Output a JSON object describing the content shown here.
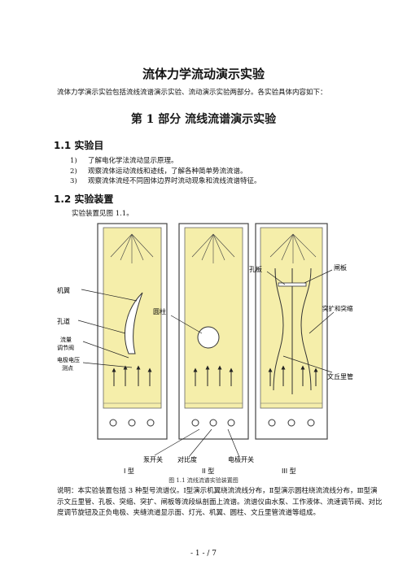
{
  "doc": {
    "title": "流体力学流动演示实验",
    "intro": "流体力学演示实验包括流线流谱演示实验、流动演示实验两部分。各实验具体内容如下：",
    "part_title": "第 1 部分  流线流谱演示实验",
    "section1": {
      "heading": "1.1  实验目",
      "items": [
        {
          "num": "1)",
          "text": "了解电化学法流动显示原理。"
        },
        {
          "num": "2)",
          "text": "观察流体运动流线和迹线，了解各种简单势流流谱。"
        },
        {
          "num": "3)",
          "text": "观察流体流经不同固体边界时流动现象和流线流谱特征。"
        }
      ]
    },
    "section2": {
      "heading": "1.2  实验装置",
      "para": "实验装置见图 1.1。"
    },
    "figure": {
      "labels": {
        "wing": "机翼",
        "hole": "孔道",
        "flow_valve_1": "流量",
        "flow_valve_2": "调节阀",
        "electrode_1": "电极电压",
        "electrode_2": "测点",
        "cylinder": "圆柱",
        "orifice": "孔板",
        "gate": "闸板",
        "contract": "突扩和突缩",
        "venturi": "文丘里管",
        "pump_switch": "泵开关",
        "contrast": "对比度",
        "electrode_switch": "电极开关",
        "type1": "I 型",
        "type2": "II 型",
        "type3": "III 型"
      },
      "caption": "图 1.1  流线流谱实验装置图"
    },
    "description": "说明：本实验装置包括 3 种型号流谱仪。Ⅰ型演示机翼绕流流线分布，Ⅱ型演示圆柱绕流流线分布，Ⅲ型演示文丘里管、孔板、突缩、突扩、闸板等流段纵剖面上流谱。流谱仪由水泵、工作液体、流速调节阀、对比度调节旋钮及正负电极、夹缝流道显示面、灯光、机翼、圆柱、文丘里管流道等组成。",
    "footer": "- 1 - / 7"
  },
  "colors": {
    "fluid": "#f5eeaa",
    "frame": "#444444",
    "panel": "#ffffff"
  }
}
